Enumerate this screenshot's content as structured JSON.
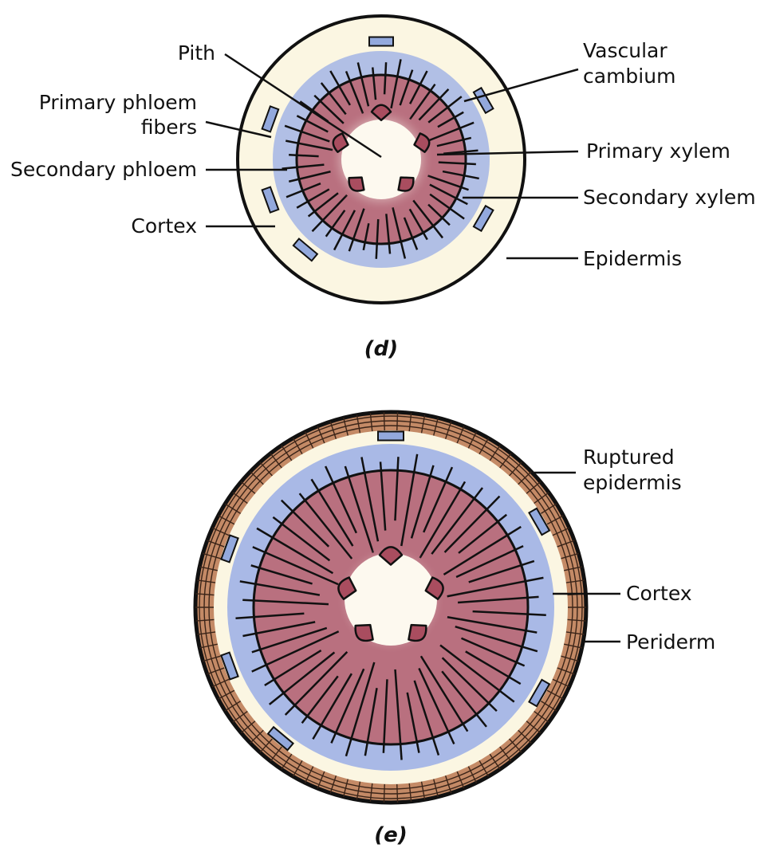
{
  "title": "Stem cross-sections showing secondary growth",
  "colors": {
    "cortex": "#fbf6e2",
    "phloem": "#a9b9e6",
    "xylem": "#b9707f",
    "pith": "#fdf9ef",
    "primary_xylem": "#a94d5f",
    "fiber": "#93a9dd",
    "periderm": "#c48a66",
    "outline": "#111111"
  },
  "panels": [
    {
      "id": "d",
      "caption": "(d)",
      "labels": {
        "pith": "Pith",
        "primary_phloem_fibers_1": "Primary phloem",
        "primary_phloem_fibers_2": "fibers",
        "secondary_phloem": "Secondary phloem",
        "cortex": "Cortex",
        "vascular_cambium_1": "Vascular",
        "vascular_cambium_2": "cambium",
        "primary_xylem": "Primary xylem",
        "secondary_xylem": "Secondary xylem",
        "epidermis": "Epidermis"
      }
    },
    {
      "id": "e",
      "caption": "(e)",
      "labels": {
        "ruptured_epidermis_1": "Ruptured",
        "ruptured_epidermis_2": "epidermis",
        "cortex": "Cortex",
        "periderm": "Periderm"
      }
    }
  ]
}
